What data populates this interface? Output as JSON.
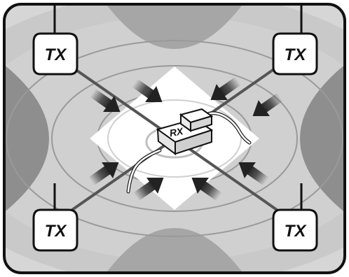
{
  "diagram": {
    "transmitter_label": "TX",
    "receiver_label": "RX",
    "transmitters": [
      {
        "id": "tx-top-left",
        "corner": "top-left"
      },
      {
        "id": "tx-top-right",
        "corner": "top-right"
      },
      {
        "id": "tx-bottom-left",
        "corner": "bottom-left"
      },
      {
        "id": "tx-bottom-right",
        "corner": "bottom-right"
      }
    ],
    "colors": {
      "frame": "#111111",
      "field_light": "#d8d8d8",
      "field_dark": "#8f8f8f",
      "field_mid": "#b4b4b4",
      "center": "#ffffff",
      "line": "#555555",
      "arrow": "#333333"
    }
  }
}
